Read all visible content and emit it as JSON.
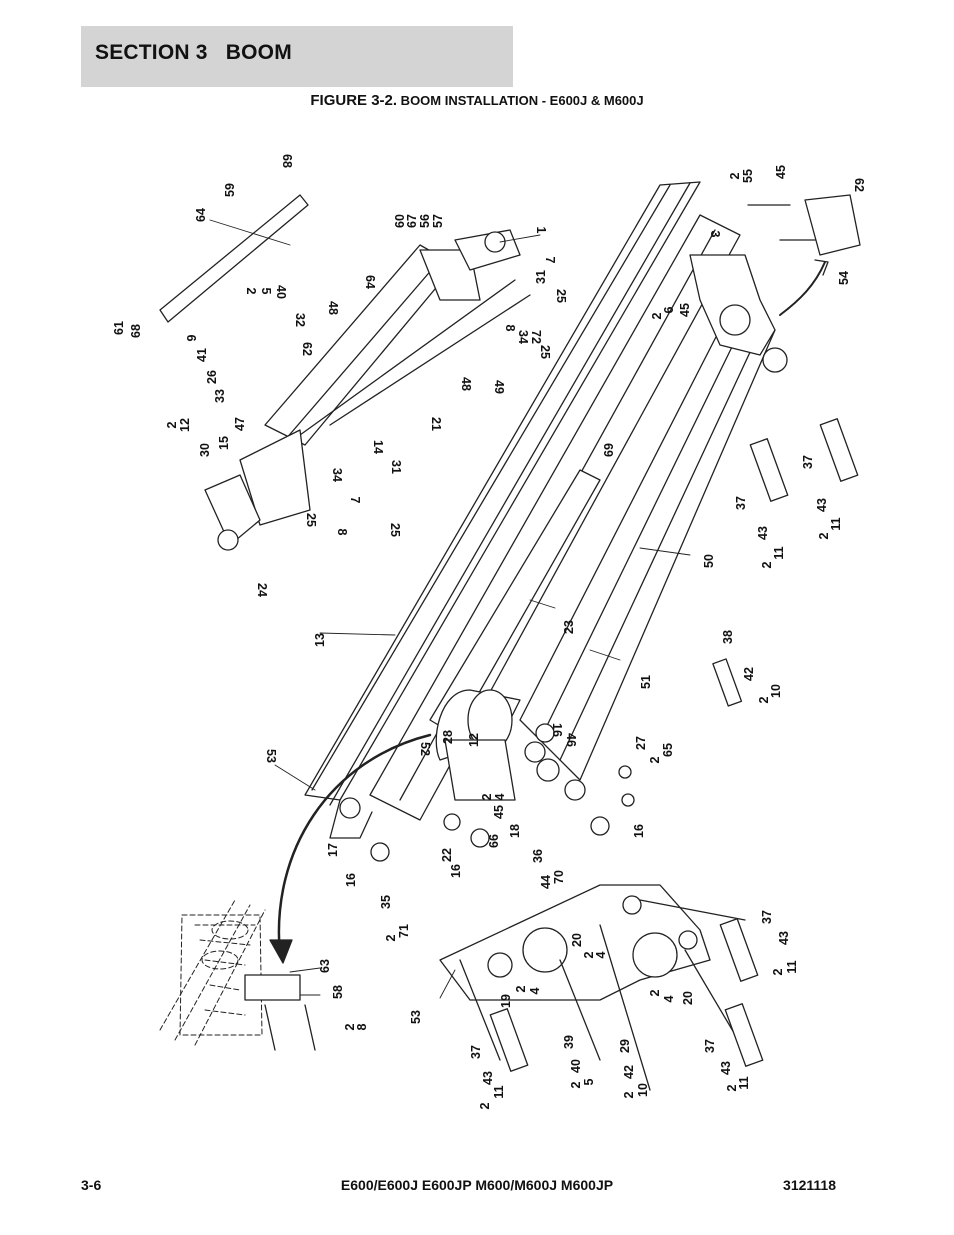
{
  "header": {
    "section_title": "SECTION 3   BOOM"
  },
  "figure": {
    "label": "FIGURE 3-2.",
    "title": " BOOM INSTALLATION - E600J & M600J"
  },
  "callouts": [
    "68",
    "59",
    "64",
    "61",
    "68",
    "2",
    "5",
    "40",
    "32",
    "9",
    "41",
    "26",
    "33",
    "62",
    "2",
    "12",
    "30",
    "15",
    "47",
    "60",
    "67",
    "56",
    "57",
    "1",
    "64",
    "48",
    "31",
    "7",
    "25",
    "8",
    "34",
    "72",
    "25",
    "48",
    "49",
    "21",
    "14",
    "31",
    "34",
    "7",
    "25",
    "8",
    "25",
    "24",
    "13",
    "2",
    "55",
    "45",
    "62",
    "54",
    "3",
    "2",
    "6",
    "45",
    "69",
    "37",
    "43",
    "2",
    "11",
    "37",
    "43",
    "2",
    "11",
    "50",
    "23",
    "38",
    "42",
    "2",
    "10",
    "51",
    "53",
    "52",
    "28",
    "12",
    "2",
    "4",
    "45",
    "16",
    "46",
    "27",
    "2",
    "65",
    "18",
    "16",
    "17",
    "16",
    "22",
    "16",
    "66",
    "36",
    "44",
    "70",
    "35",
    "2",
    "71",
    "63",
    "58",
    "2",
    "8",
    "53",
    "19",
    "2",
    "4",
    "20",
    "2",
    "4",
    "2",
    "4",
    "20",
    "37",
    "43",
    "2",
    "11",
    "37",
    "43",
    "2",
    "11",
    "37",
    "43",
    "2",
    "11",
    "39",
    "2",
    "40",
    "5",
    "29",
    "42",
    "2",
    "10"
  ],
  "footer": {
    "page": "3-6",
    "models": "E600/E600J E600JP M600/M600J M600JP",
    "doc_number": "3121118"
  }
}
